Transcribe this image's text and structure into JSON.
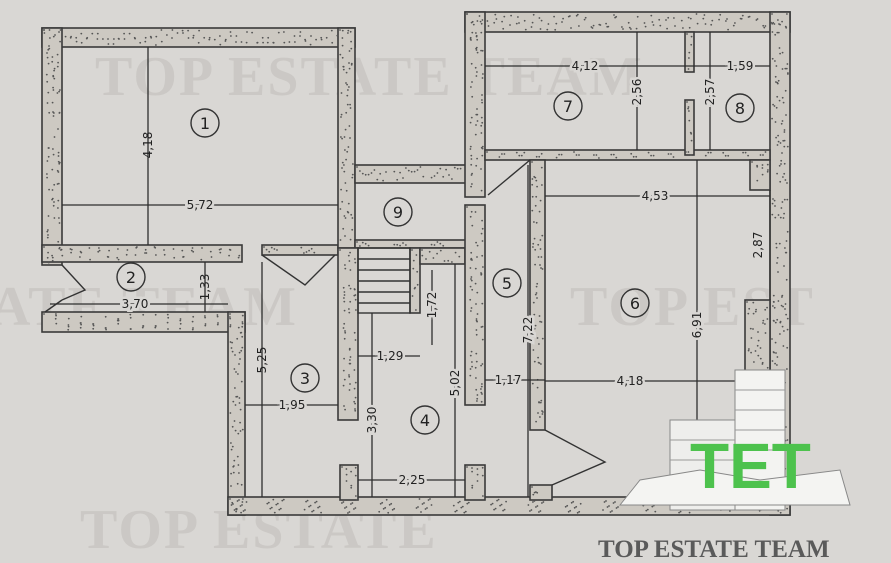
{
  "watermark": {
    "text": "TOP ESTATE TEAM",
    "partial_left": "ATE TEAM",
    "partial_right": "TOP EST",
    "bottom": "TOP ESTATE"
  },
  "rooms": [
    "1",
    "2",
    "3",
    "4",
    "5",
    "6",
    "7",
    "8",
    "9"
  ],
  "dimensions": {
    "r1_height": "4,18",
    "r1_width": "5,72",
    "r2_height": "1,33",
    "r2_width": "3,70",
    "r3_height": "5,25",
    "r3_width": "1,95",
    "r4_height": "5,02",
    "r4_width": "2,25",
    "r4_h2": "3,30",
    "stair_width": "1,29",
    "stair_len": "1,72",
    "r5_height": "7,22",
    "r5_width": "1,17",
    "r6_height": "6,91",
    "r6_width_top": "4,53",
    "r6_width_bottom": "4,18",
    "r6_side": "2,87",
    "r7_width": "4,12",
    "r7_height": "2,56",
    "r8_width": "1,59",
    "r8_height": "2,57"
  },
  "logo": {
    "letters": "TET",
    "brand_name": "TOP ESTATE TEAM",
    "accent_color": "#4dc24d"
  }
}
